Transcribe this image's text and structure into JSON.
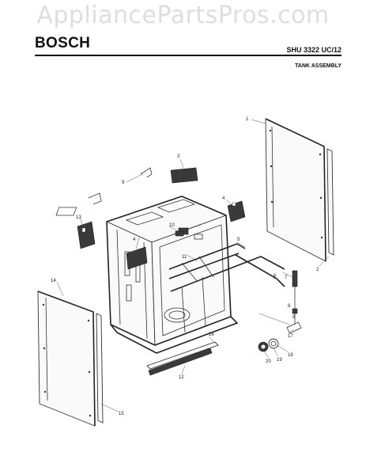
{
  "watermark": "AppliancePartsPros.com",
  "header": {
    "brand": "BOSCH",
    "model": "SHU 3322 UC/12",
    "section": "TANK ASSEMBLY"
  },
  "callouts": [
    "1",
    "2",
    "3",
    "4",
    "4",
    "5",
    "6",
    "7",
    "8",
    "8",
    "9",
    "10",
    "11",
    "12",
    "13",
    "14",
    "15",
    "16",
    "17",
    "18",
    "19",
    "20"
  ]
}
